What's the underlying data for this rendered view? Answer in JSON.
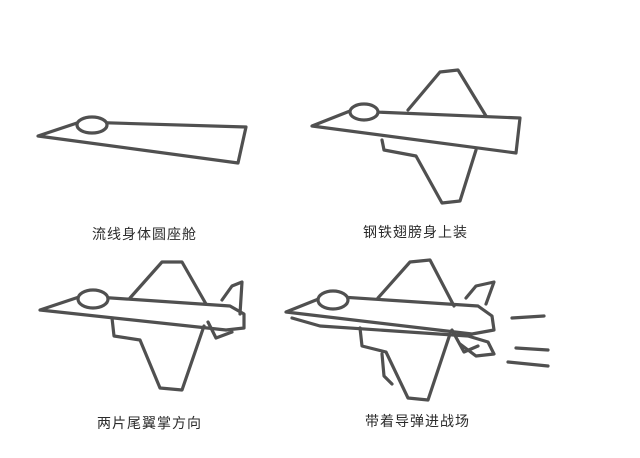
{
  "steps": [
    {
      "caption": "流线身体圆座舱"
    },
    {
      "caption": "钢铁翅膀身上装"
    },
    {
      "caption": "两片尾翼掌方向"
    },
    {
      "caption": "带着导弹进战场"
    }
  ],
  "colors": {
    "background": "#ffffff",
    "stroke": "#505050",
    "text": "#2b2b2b"
  }
}
